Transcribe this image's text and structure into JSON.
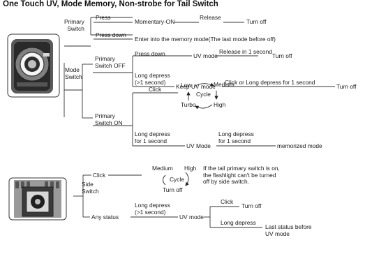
{
  "title": "One Touch UV, Mode Memory, Non-strobe for Tail Switch",
  "tail": {
    "primary_switch": "Primary\nSwitch",
    "press": "Press",
    "momentary_on": "Momentary-ON",
    "release": "Release",
    "turn_off": "Turn off",
    "press_down": "Press down",
    "memory_mode": "Enter into the memory mode(The last mode before off)",
    "mode_switch": "Mode\nSwitch",
    "primary_switch_off": "Primary\nSwitch OFF",
    "off_press_down": "Press down",
    "uv_mode": "UV mode",
    "release_1s": "Release in 1 second",
    "turn_off_2": "Turn off",
    "long_depress_1": "Long depress\n(>1 second)",
    "keep_uv": "Keep UV mode",
    "click_or_long": "Click or Long depress for 1 second",
    "turn_off_3": "Turn off",
    "primary_switch_on": "Primary\nSwitch ON",
    "click": "Click",
    "cycle_low": "Low",
    "cycle_medium": "Medium",
    "cycle_label": "Cycle",
    "cycle_turbo": "Turbo",
    "cycle_high": "High",
    "long_depress_2": "Long depress\nfor 1 second",
    "uv_mode_2": "UV Mode",
    "long_depress_3": "Long depress\nfor 1 second",
    "memorized": "memorized mode"
  },
  "side": {
    "side_switch": "Side\nSwitch",
    "click": "Click",
    "cycle_medium": "Medium",
    "cycle_high": "High",
    "cycle_label": "Cycle",
    "cycle_turn_off": "Turn off",
    "note": "If the tail primary switch is on,\nthe flashlight can't be turned\noff by side switch.",
    "any_status": "Any status",
    "long_depress": "Long depress\n(>1 second)",
    "uv_mode": "UV mode",
    "click_2": "Click",
    "turn_off": "Turn off",
    "long_depress_2": "Long depress",
    "last_status": "Last status before\nUV mode"
  }
}
